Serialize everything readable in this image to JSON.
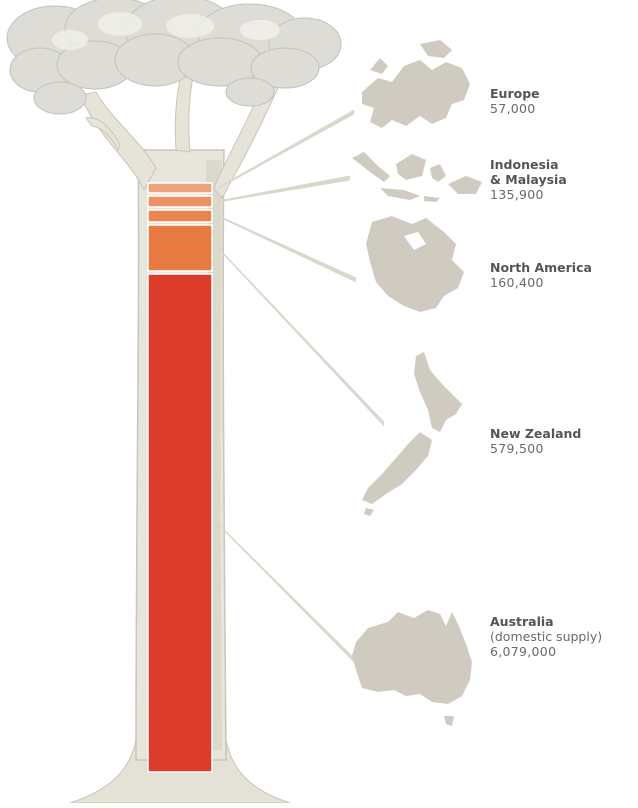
{
  "colors": {
    "trunk": "#e8e6dc",
    "trunk_shade": "#cfcbbd",
    "foliage": "#dcdcd6",
    "map": "#cfcbc1",
    "connector": "#dad7cd",
    "segments": [
      "#eda27c",
      "#eb9264",
      "#e98450",
      "#e67a40",
      "#dc3d2a"
    ]
  },
  "chart_data": {
    "type": "bar",
    "orientation": "stacked-vertical",
    "categories": [
      "Europe",
      "Indonesia & Malaysia",
      "North America",
      "New Zealand",
      "Australia"
    ],
    "values": [
      57000,
      135900,
      160400,
      579500,
      6079000
    ],
    "labels": [
      {
        "name": "Europe",
        "value": "57,000"
      },
      {
        "name_lines": [
          "Indonesia",
          "& Malaysia"
        ],
        "value": "135,900"
      },
      {
        "name": "North America",
        "value": "160,400"
      },
      {
        "name": "New Zealand",
        "value": "579,500"
      },
      {
        "name": "Australia",
        "note": "(domestic supply)",
        "value": "6,079,000"
      }
    ],
    "region_icons": [
      "europe-map-icon",
      "indonesia-malaysia-map-icon",
      "north-america-map-icon",
      "new-zealand-map-icon",
      "australia-map-icon"
    ]
  }
}
